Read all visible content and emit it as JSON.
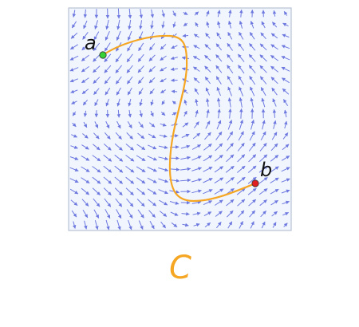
{
  "field": {
    "background": "#f1f6fe",
    "border_color": "#b9c3d3",
    "arrow_color": "#6e79e0"
  },
  "curve": {
    "label": "C",
    "color": "#f5a623"
  },
  "start_point": {
    "label": "a",
    "color": "#35d135"
  },
  "end_point": {
    "label": "b",
    "color": "#e02020"
  }
}
